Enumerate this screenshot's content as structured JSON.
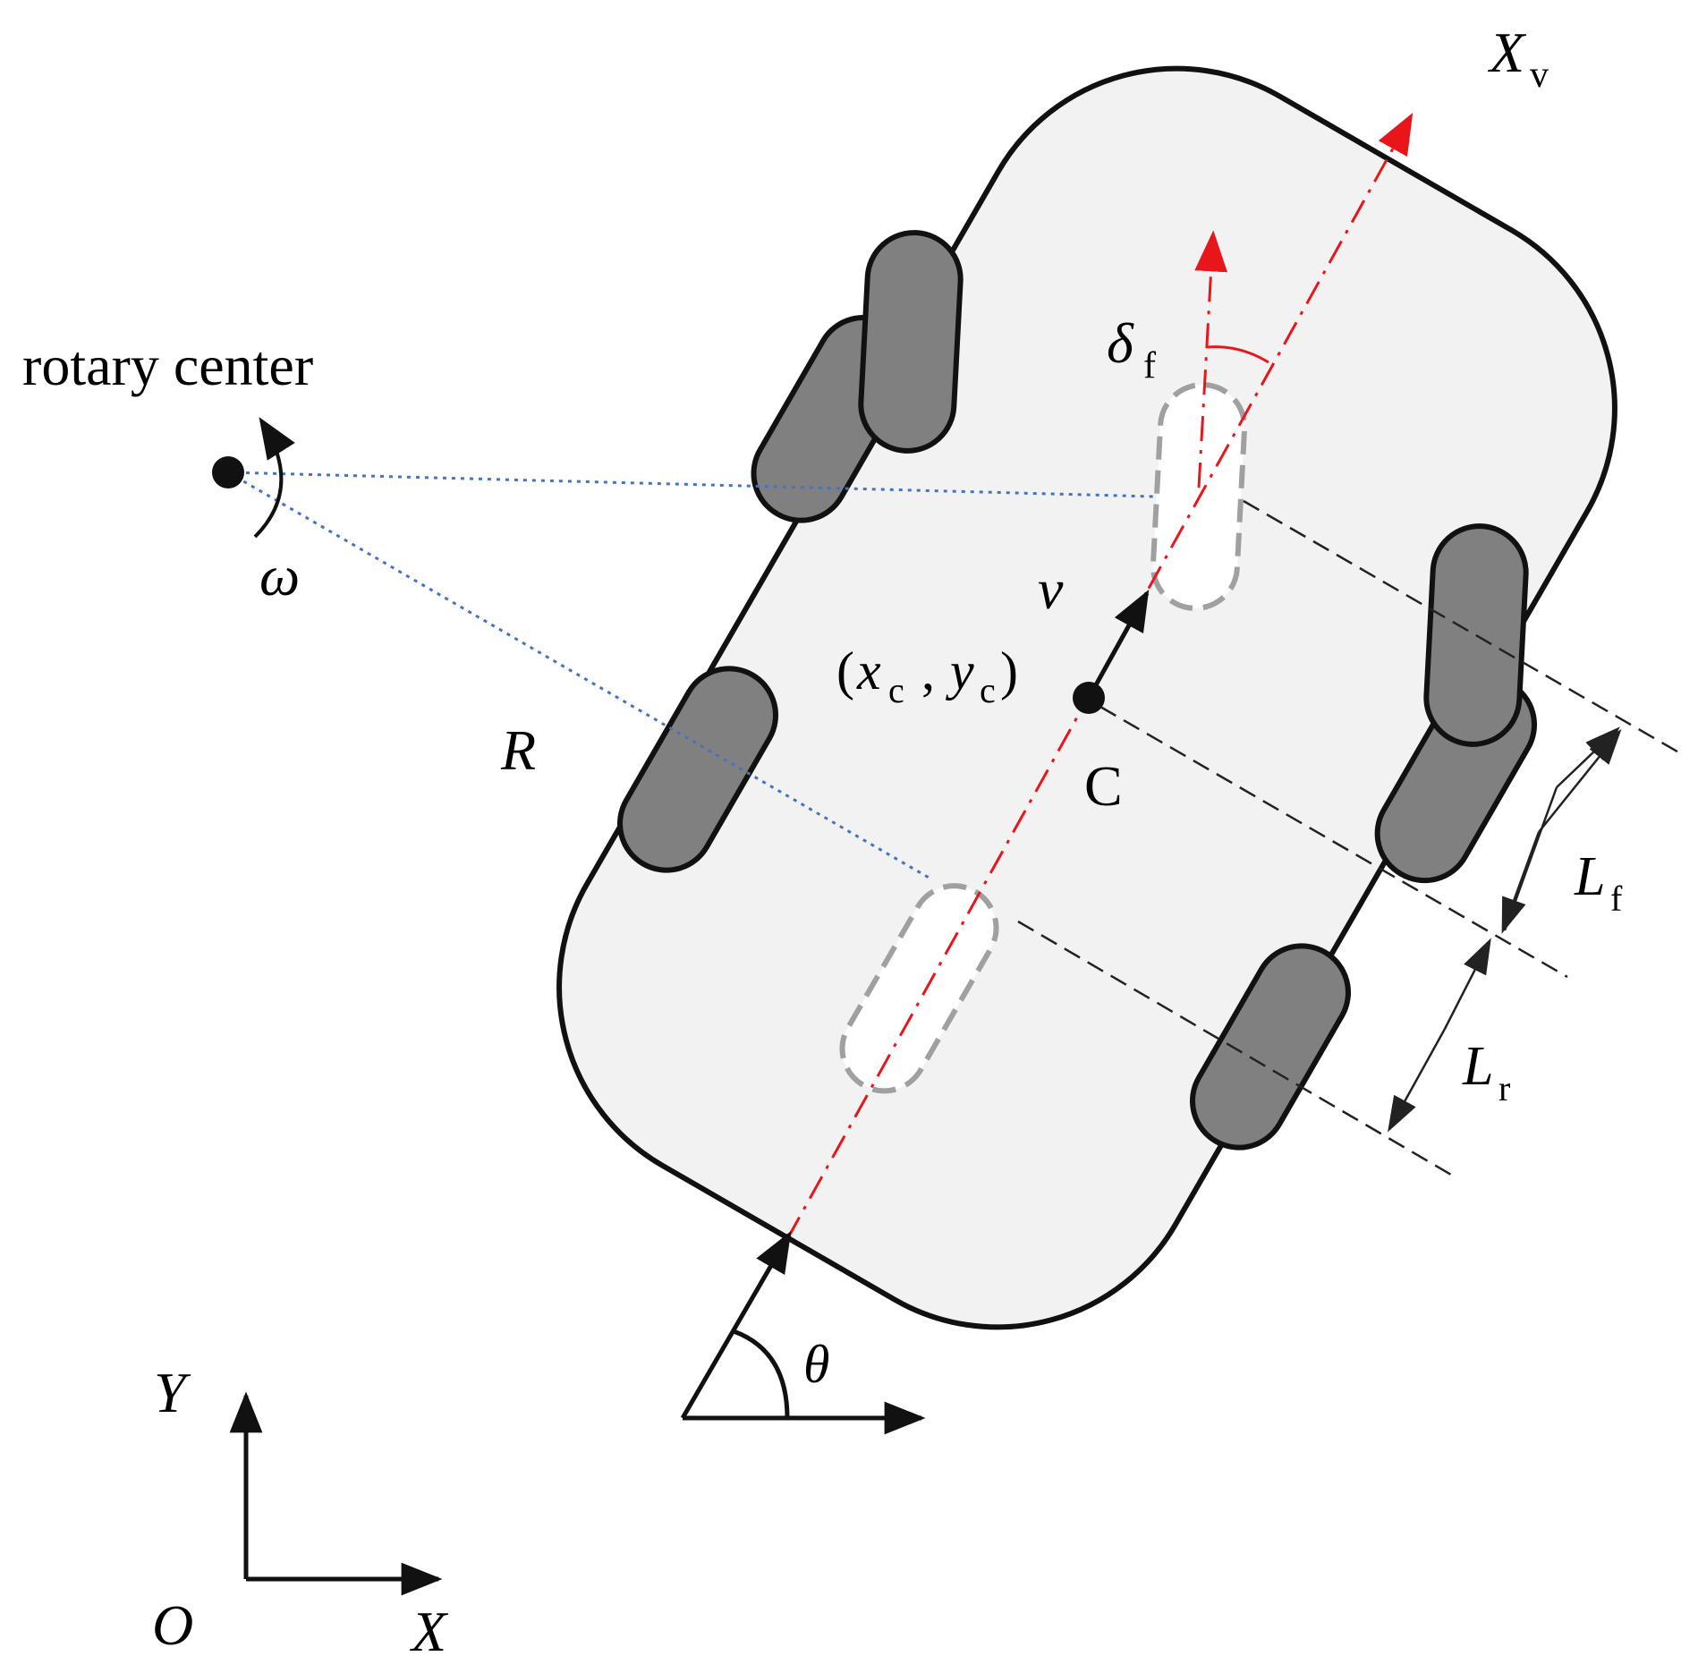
{
  "labels": {
    "rotary_center": "rotary center",
    "omega": "ω",
    "R": "R",
    "v": "v",
    "centroid_x": "x",
    "centroid_x_sub": "c",
    "centroid_comma": ",",
    "centroid_y": "y",
    "centroid_y_sub": "c",
    "centroid_open": "(",
    "centroid_close": ")",
    "C": "C",
    "delta": "δ",
    "delta_sub": "f",
    "Xv": "X",
    "Xv_sub": "v",
    "Lf": "L",
    "Lf_sub": "f",
    "Lr": "L",
    "Lr_sub": "r",
    "theta": "θ",
    "Y": "Y",
    "X": "X",
    "O": "O"
  },
  "colors": {
    "body_fill": "#f2f2f2",
    "wheel_fill": "#808080",
    "outline": "#111111",
    "heading_axis": "#e8161b",
    "radius_lines": "#4472c4",
    "dashed_gray": "#a0a0a0"
  }
}
